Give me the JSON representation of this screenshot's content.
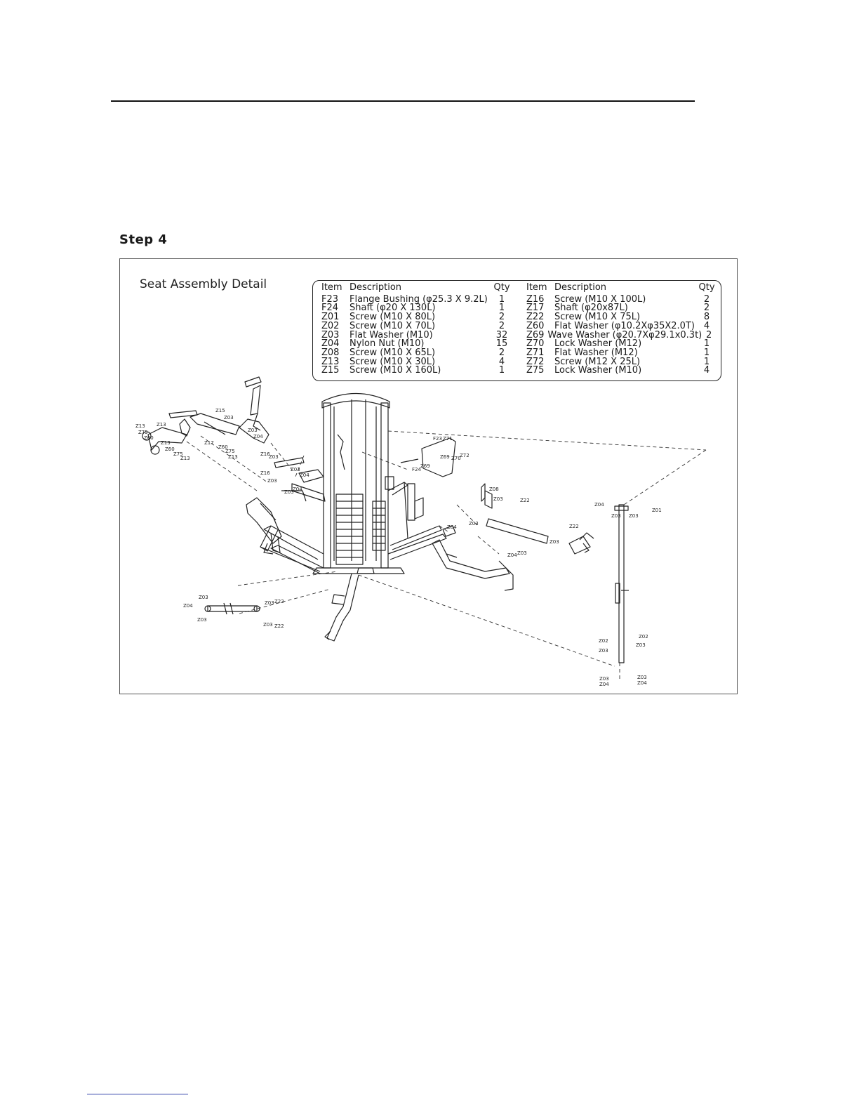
{
  "step": {
    "title": "Step 4"
  },
  "detail": {
    "title": "Seat Assembly Detail"
  },
  "parts_table": {
    "headers": {
      "item": "Item",
      "description": "Description",
      "qty": "Qty"
    },
    "left": [
      {
        "item": "F23",
        "description": "Flange Bushing (φ25.3 X 9.2L)",
        "qty": "1"
      },
      {
        "item": "F24",
        "description": "Shaft (φ20 X 130L)",
        "qty": "1"
      },
      {
        "item": "Z01",
        "description": "Screw  (M10 X 80L)",
        "qty": "2"
      },
      {
        "item": "Z02",
        "description": "Screw  (M10 X 70L)",
        "qty": "2"
      },
      {
        "item": "Z03",
        "description": "Flat Washer  (M10)",
        "qty": "32"
      },
      {
        "item": "Z04",
        "description": "Nylon Nut  (M10)",
        "qty": "15"
      },
      {
        "item": "Z08",
        "description": "Screw  (M10 X 65L)",
        "qty": "2"
      },
      {
        "item": "Z13",
        "description": "Screw  (M10 X 30L)",
        "qty": "4"
      },
      {
        "item": "Z15",
        "description": "Screw  (M10 X 160L)",
        "qty": "1"
      }
    ],
    "right": [
      {
        "item": "Z16",
        "description": "Screw  (M10 X 100L)",
        "qty": "2"
      },
      {
        "item": "Z17",
        "description": "Shaft (φ20x87L)",
        "qty": "2"
      },
      {
        "item": "Z22",
        "description": "Screw  (M10 X 75L)",
        "qty": "8"
      },
      {
        "item": "Z60",
        "description": "Flat Washer  (φ10.2Xφ35X2.0T)",
        "qty": "4"
      },
      {
        "item": "Z69",
        "description": "Wave Washer (φ20.7Xφ29.1x0.3t)",
        "qty": "2"
      },
      {
        "item": "Z70",
        "description": "Lock Washer  (M12)",
        "qty": "1"
      },
      {
        "item": "Z71",
        "description": "Flat Washer  (M12)",
        "qty": "1"
      },
      {
        "item": "Z72",
        "description": "Screw  (M12 X 25L)",
        "qty": "1"
      },
      {
        "item": "Z75",
        "description": "Lock Washer  (M10)",
        "qty": "4"
      }
    ]
  },
  "callouts": [
    "Z15",
    "Z03",
    "Z03",
    "Z04",
    "Z13",
    "Z13",
    "Z75",
    "Z60",
    "Z13",
    "Z17",
    "Z60",
    "Z75",
    "Z13",
    "Z60",
    "Z75",
    "Z13",
    "Z16",
    "Z03",
    "Z03",
    "Z04",
    "Z16",
    "Z03",
    "Z03",
    "Z04",
    "F23",
    "Z71",
    "Z72",
    "Z69",
    "Z70",
    "F24",
    "Z69",
    "Z08",
    "Z03",
    "Z22",
    "Z04",
    "Z03",
    "Z22",
    "Z03",
    "Z04",
    "Z03",
    "Z04",
    "Z03",
    "Z03",
    "Z01",
    "Z03",
    "Z04",
    "Z03",
    "Z03",
    "Z22",
    "Z03",
    "Z22",
    "Z02",
    "Z03",
    "Z02",
    "Z03",
    "Z03",
    "Z04",
    "Z03",
    "Z04"
  ]
}
